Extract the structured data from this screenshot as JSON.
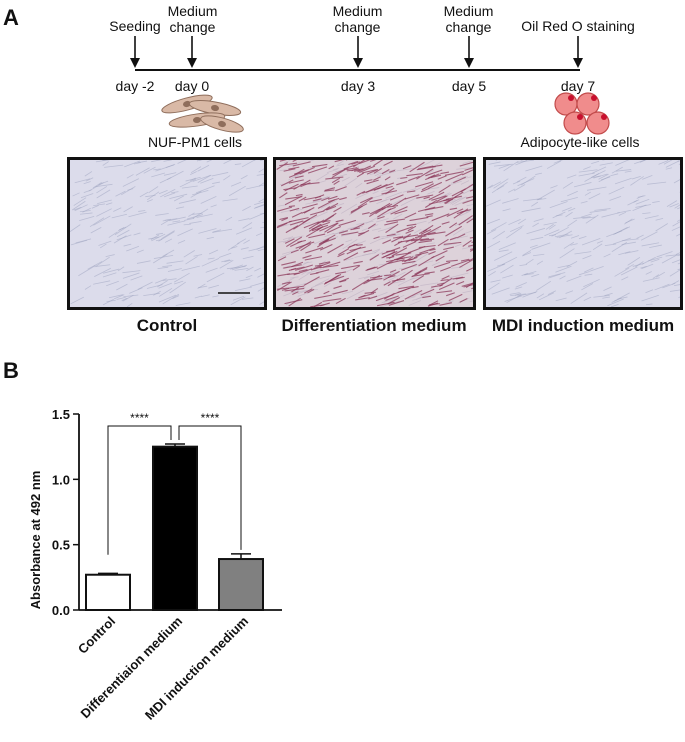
{
  "panel_a": {
    "letter": "A",
    "events": [
      {
        "top": "Seeding",
        "day": "day -2"
      },
      {
        "top": "Medium\nchange",
        "day": "day 0"
      },
      {
        "top": "Medium\nchange",
        "day": "day 3"
      },
      {
        "top": "Medium\nchange",
        "day": "day 5"
      },
      {
        "top": "Oil Red O staining",
        "day": "day 7"
      }
    ],
    "cells_left_label": "NUF-PM1 cells",
    "cells_right_label": "Adipocyte-like cells",
    "micrographs": [
      {
        "caption": "Control",
        "stain": "low"
      },
      {
        "caption": "Differentiation medium",
        "stain": "high"
      },
      {
        "caption": "MDI induction medium",
        "stain": "low"
      }
    ],
    "colors": {
      "cell_fill": "#d9b9a6",
      "adipocyte_fill": "#f08c8c",
      "micro_bg": "#dcdceb",
      "stain": "#8e3a5c"
    }
  },
  "panel_b": {
    "letter": "B",
    "sig_labels": [
      "****",
      "****"
    ]
  },
  "chart_data": {
    "type": "bar",
    "categories": [
      "Control",
      "Differentiaion medium",
      "MDI induction medium"
    ],
    "values": [
      0.27,
      1.25,
      0.39
    ],
    "errors": [
      0.01,
      0.02,
      0.04
    ],
    "colors": [
      "#ffffff",
      "#000000",
      "#808080"
    ],
    "ylabel": "Absorbance at 492 nm",
    "ylim": [
      0,
      1.5
    ],
    "yticks": [
      "0.0",
      "0.5",
      "1.0",
      "1.5"
    ],
    "ytick_values": [
      0,
      0.5,
      1.0,
      1.5
    ],
    "grid": false
  }
}
